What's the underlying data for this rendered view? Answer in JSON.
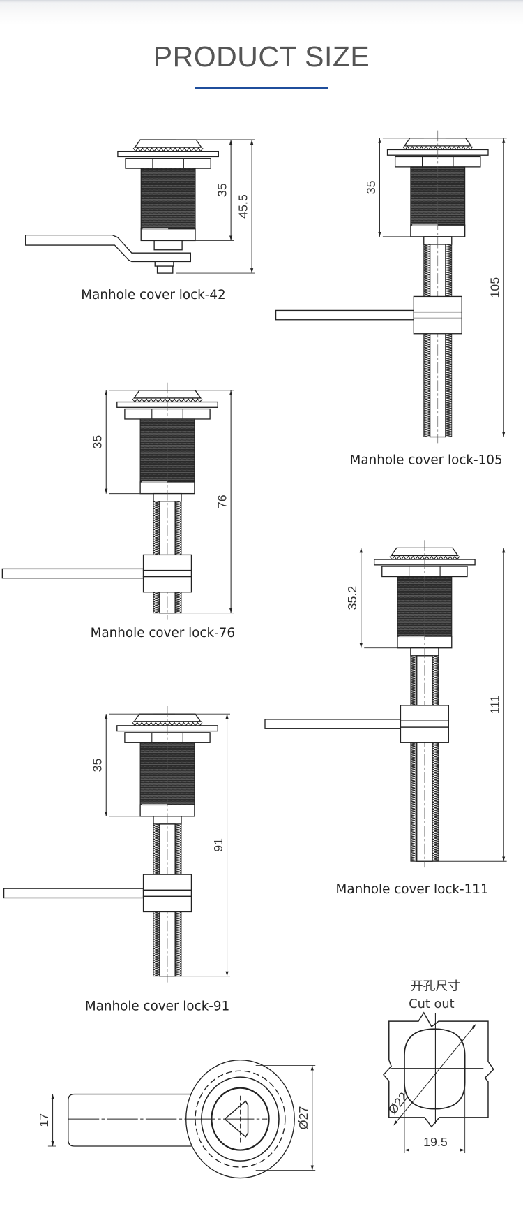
{
  "header": {
    "title": "PRODUCT SIZE",
    "accent_color": "#1f4e9c"
  },
  "locks": [
    {
      "id": "42",
      "label": "Manhole cover lock-42",
      "dims": [
        "35",
        "45.5"
      ]
    },
    {
      "id": "105",
      "label": "Manhole cover lock-105",
      "dims": [
        "35",
        "105"
      ]
    },
    {
      "id": "76",
      "label": "Manhole cover lock-76",
      "dims": [
        "35",
        "76"
      ]
    },
    {
      "id": "111",
      "label": "Manhole cover lock-111",
      "dims": [
        "35.2",
        "111"
      ]
    },
    {
      "id": "91",
      "label": "Manhole cover lock-91",
      "dims": [
        "35",
        "91"
      ]
    }
  ],
  "top_view": {
    "dims": [
      "17",
      "Ø27"
    ]
  },
  "cutout": {
    "title_cn": "开孔尺寸",
    "title_en": "Cut out",
    "dims": [
      "Ø22",
      "19.5"
    ]
  }
}
